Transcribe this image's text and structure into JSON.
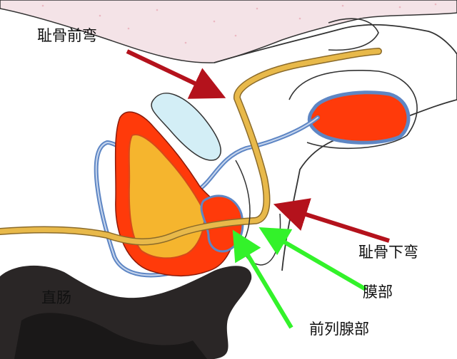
{
  "labels": {
    "pubic_front_curve": "耻骨前弯",
    "pubic_sub_curve": "耻骨下弯",
    "membranous_part": "膜部",
    "prostatic_part": "前列腺部",
    "rectum": "直肠"
  },
  "colors": {
    "skin": "#f3dfe4",
    "bladder_wall": "#ff3a0a",
    "bladder_inner": "#f5b52e",
    "urethra": "#e8b94a",
    "vessel": "#5e86c4",
    "seminal_vesicle": "#d3eef6",
    "rectum": "#2a2626",
    "red_arrow": "#b4121c",
    "green_arrow": "#33f22a"
  }
}
